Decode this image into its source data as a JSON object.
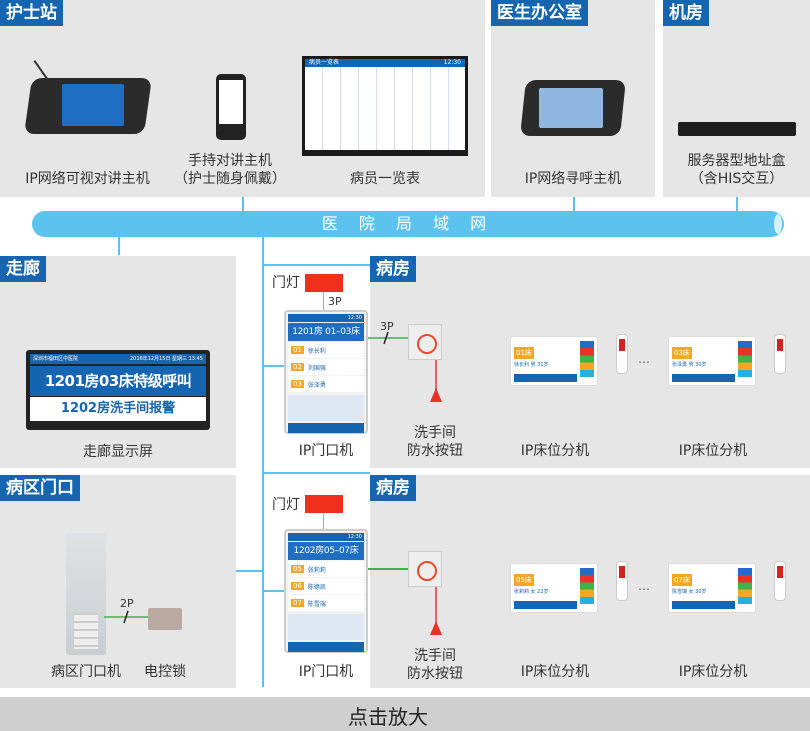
{
  "sections": {
    "nurse_station": {
      "title": "护士站"
    },
    "doctor_office": {
      "title": "医生办公室"
    },
    "server_room": {
      "title": "机房"
    },
    "corridor": {
      "title": "走廊"
    },
    "ward_1": {
      "title": "病房"
    },
    "ward_entrance": {
      "title": "病区门口"
    },
    "ward_2": {
      "title": "病房"
    }
  },
  "devices": {
    "ip_video_master": "IP网络可视对讲主机",
    "handheld_line1": "手持对讲主机",
    "handheld_line2": "（护士随身佩戴）",
    "patient_board": "病员一览表",
    "ip_paging_master": "IP网络寻呼主机",
    "server_line1": "服务器型地址盒",
    "server_line2": "（含HIS交互）",
    "corridor_display": "走廊显示屏",
    "door_unit": "IP门口机",
    "bath_button_line1": "洗手间",
    "bath_button_line2": "防水按钮",
    "bed_unit": "IP床位分机",
    "entrance_unit": "病区门口机",
    "electric_lock": "电控锁",
    "door_lamp": "门灯"
  },
  "network": {
    "lan_label": "医 院 局 域 网"
  },
  "wires": {
    "three_p": "3P",
    "two_p": "2P"
  },
  "corridor_screen": {
    "hospital": "深圳市福田区中医院",
    "datetime": "2016年12月15日  星期三  13:45",
    "line1": "1201房03床特级呼叫",
    "line2": "1202房洗手间报警"
  },
  "board_screen": {
    "title": "病员一览表",
    "time": "12:30"
  },
  "door_unit_1": {
    "time": "12:30",
    "room": "1201房 01–03床",
    "beds": [
      {
        "num": "01",
        "name": "徐长利"
      },
      {
        "num": "02",
        "name": "刘国强"
      },
      {
        "num": "03",
        "name": "张泽勇"
      }
    ]
  },
  "door_unit_2": {
    "time": "12:30",
    "room": "1202房05–07床",
    "beds": [
      {
        "num": "05",
        "name": "张莉莉"
      },
      {
        "num": "06",
        "name": "陈德凯"
      },
      {
        "num": "07",
        "name": "陈雪瑞"
      }
    ]
  },
  "bed_units": {
    "ward1_a": {
      "bed": "01床",
      "info": "徐长利 男 31岁"
    },
    "ward1_b": {
      "bed": "03床",
      "info": "张泽勇 男 30岁"
    },
    "ward2_a": {
      "bed": "05床",
      "info": "张莉莉 女 22岁"
    },
    "ward2_b": {
      "bed": "07床",
      "info": "陈雪瑞 女 30岁"
    },
    "ellipsis": "…"
  },
  "footer": {
    "zoom_label": "点击放大"
  },
  "colors": {
    "tag_blue": "#1565b0",
    "lan_blue": "#5cc3ee",
    "lamp_red": "#f0301c",
    "panel_gray": "#e6e6e6"
  }
}
